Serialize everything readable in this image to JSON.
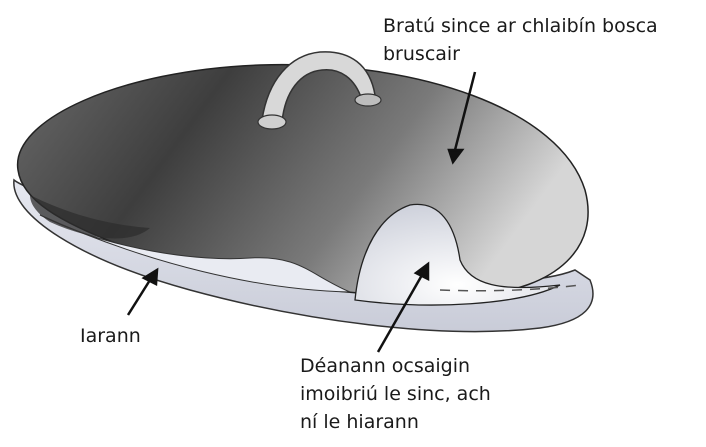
{
  "labels": {
    "coating_line1": "Bratú since ar chlaibín bosca",
    "coating_line2": "bruscair",
    "iron": "Iarann",
    "oxygen_line1": "Déanann ocsaigin",
    "oxygen_line2": "imoibriú le sinc, ach",
    "oxygen_line3": "ní le hiarann"
  },
  "colors": {
    "zinc_dark": "#4a4a4a",
    "zinc_light": "#c8c8c8",
    "iron_layer": "#d9dce8",
    "arrow": "#111111"
  }
}
